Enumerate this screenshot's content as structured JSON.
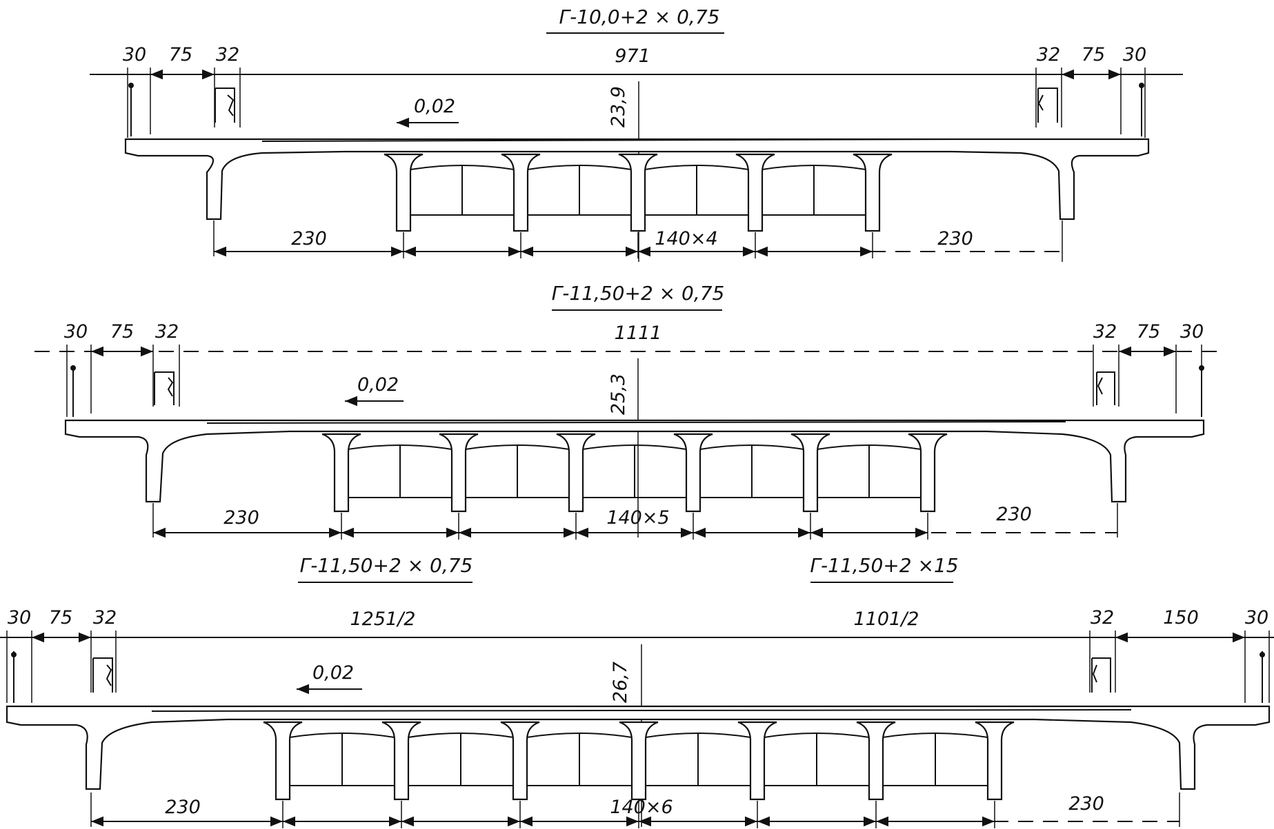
{
  "sections": [
    {
      "title": "Г-10,0+2 × 0,75",
      "left_dims": [
        "30",
        "75",
        "32"
      ],
      "main_dim": "971",
      "right_dims": [
        "32",
        "75",
        "30"
      ],
      "height": "23,9",
      "slope": "0,02",
      "beam_count": 5,
      "bottom_left": "230",
      "bottom_mid": "140×4",
      "bottom_right": "230"
    },
    {
      "title": "Г-11,50+2 × 0,75",
      "left_dims": [
        "30",
        "75",
        "32"
      ],
      "main_dim": "1111",
      "right_dims": [
        "32",
        "75",
        "30"
      ],
      "height": "25,3",
      "slope": "0,02",
      "beam_count": 6,
      "bottom_left": "230",
      "bottom_mid": "140×5",
      "bottom_right": "230"
    },
    {
      "title_left": "Г-11,50+2 × 0,75",
      "title_right": "Г-11,50+2 ×15",
      "left_dims": [
        "30",
        "75",
        "32"
      ],
      "main_dim_left": "1251/2",
      "main_dim_right": "1101/2",
      "right_dims": [
        "32",
        "150",
        "30"
      ],
      "height": "26,7",
      "slope": "0,02",
      "beam_count": 7,
      "bottom_left": "230",
      "bottom_mid": "140×6",
      "bottom_right": "230"
    }
  ]
}
